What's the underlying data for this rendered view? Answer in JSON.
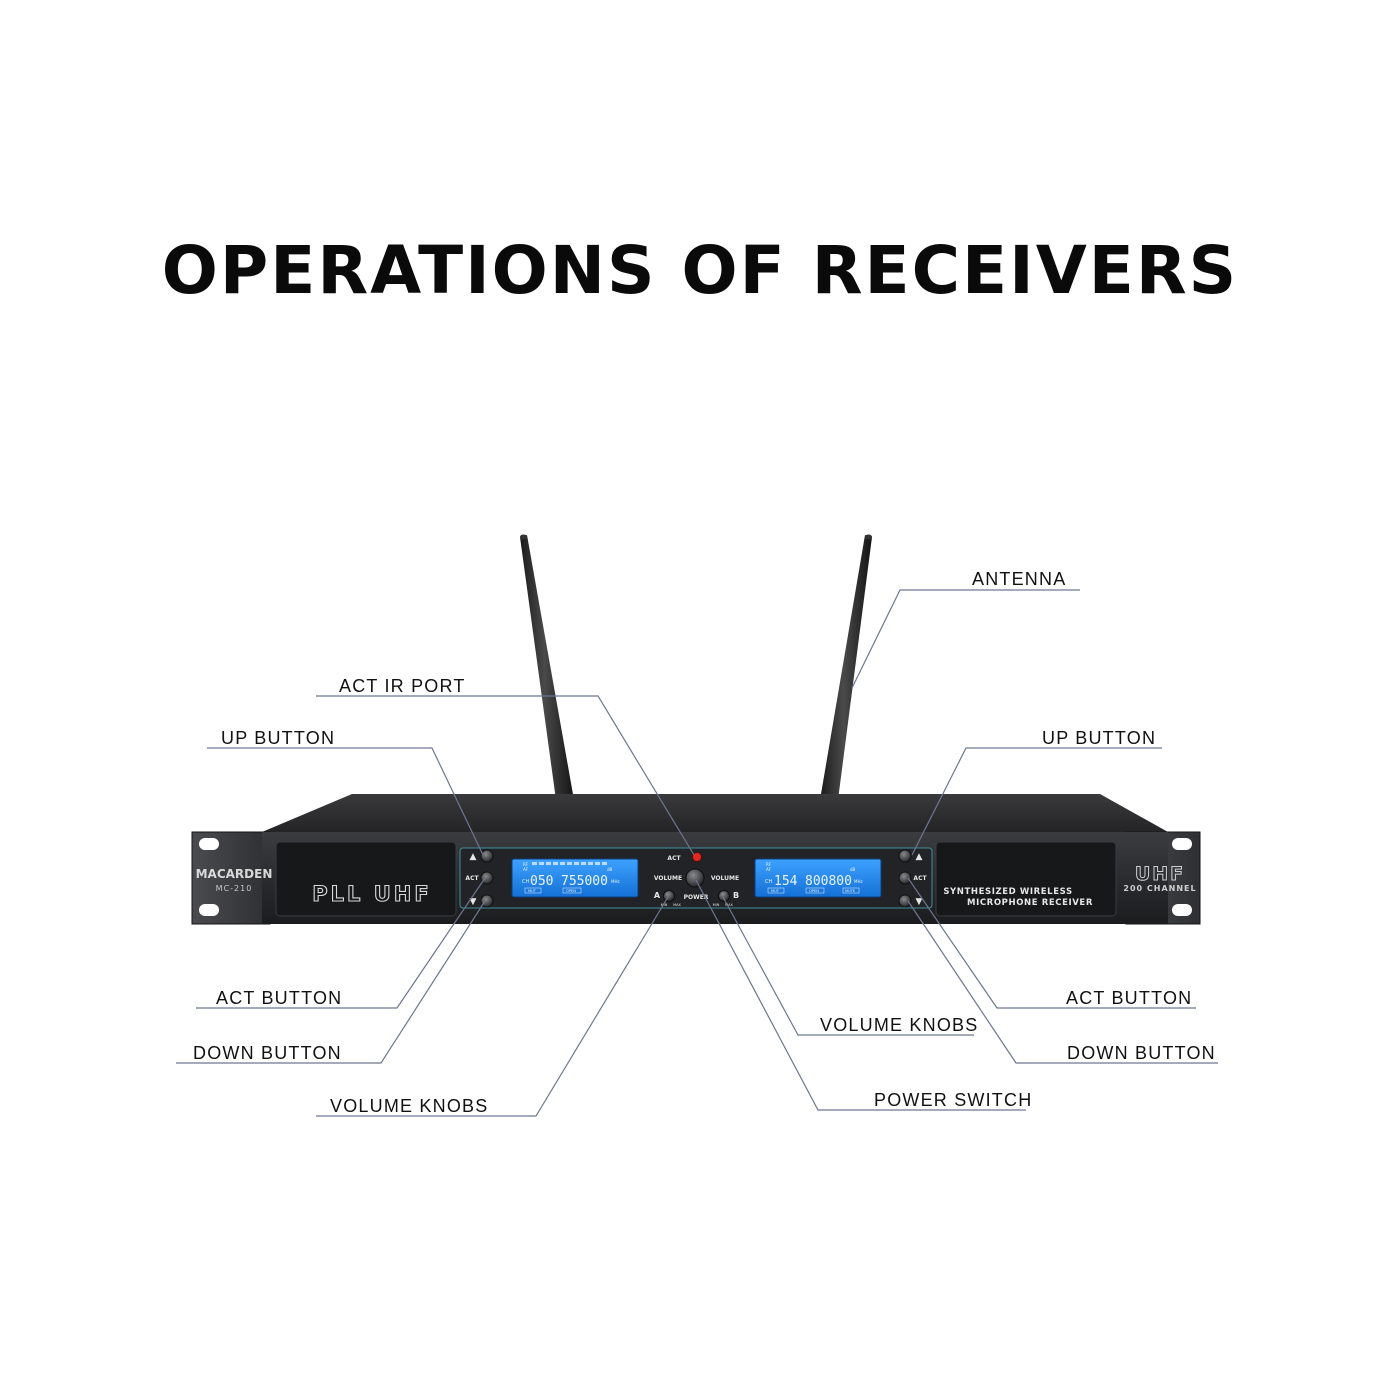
{
  "title": "OPERATIONS OF RECEIVERS",
  "callouts": {
    "antenna": "ANTENNA",
    "act_ir_port": "ACT IR PORT",
    "up_button_left": "UP BUTTON",
    "up_button_right": "UP BUTTON",
    "act_button_left": "ACT BUTTON",
    "act_button_right": "ACT BUTTON",
    "down_button_left": "DOWN BUTTON",
    "down_button_right": "DOWN BUTTON",
    "volume_knobs_left": "VOLUME KNOBS",
    "volume_knobs_right": "VOLUME KNOBS",
    "power_switch": "POWER SWITCH"
  },
  "device": {
    "brand": "MACARDEN",
    "model": "MC-210",
    "left_badge": "PLL UHF",
    "right_badge": "UHF",
    "channel_text": "200 CHANNEL",
    "desc_line1": "SYNTHESIZED WIRELESS",
    "desc_line2": "MICROPHONE RECEIVER",
    "panel_labels": {
      "act": "ACT",
      "volume_left": "VOLUME",
      "volume_right": "VOLUME",
      "power": "POWER",
      "channel_a": "A",
      "channel_b": "B",
      "min": "MIN",
      "max": "MAX",
      "up_arrow": "▲",
      "down_arrow": "▼"
    },
    "lcd_a": {
      "ch_label": "CH",
      "channel": "050",
      "frequency": "755000",
      "unit": "MHz",
      "tag1": "MUT",
      "tag2": "OPEN",
      "rf": "RF",
      "af": "AF",
      "db": "dB"
    },
    "lcd_b": {
      "ch_label": "CH",
      "channel": "154",
      "frequency": "800800",
      "unit": "MHz",
      "tag1": "MUT",
      "tag2": "OPEN",
      "tag3": "MUTE",
      "rf": "RF",
      "af": "AF",
      "db": "dB"
    }
  },
  "colors": {
    "leader": "#6e7790",
    "chassis": "#1c1c1e",
    "panel": "#2a2b2e",
    "lcd": "#1f8cf5",
    "lcd_text": "#e8f4ff",
    "act_led": "#e02a1f"
  }
}
